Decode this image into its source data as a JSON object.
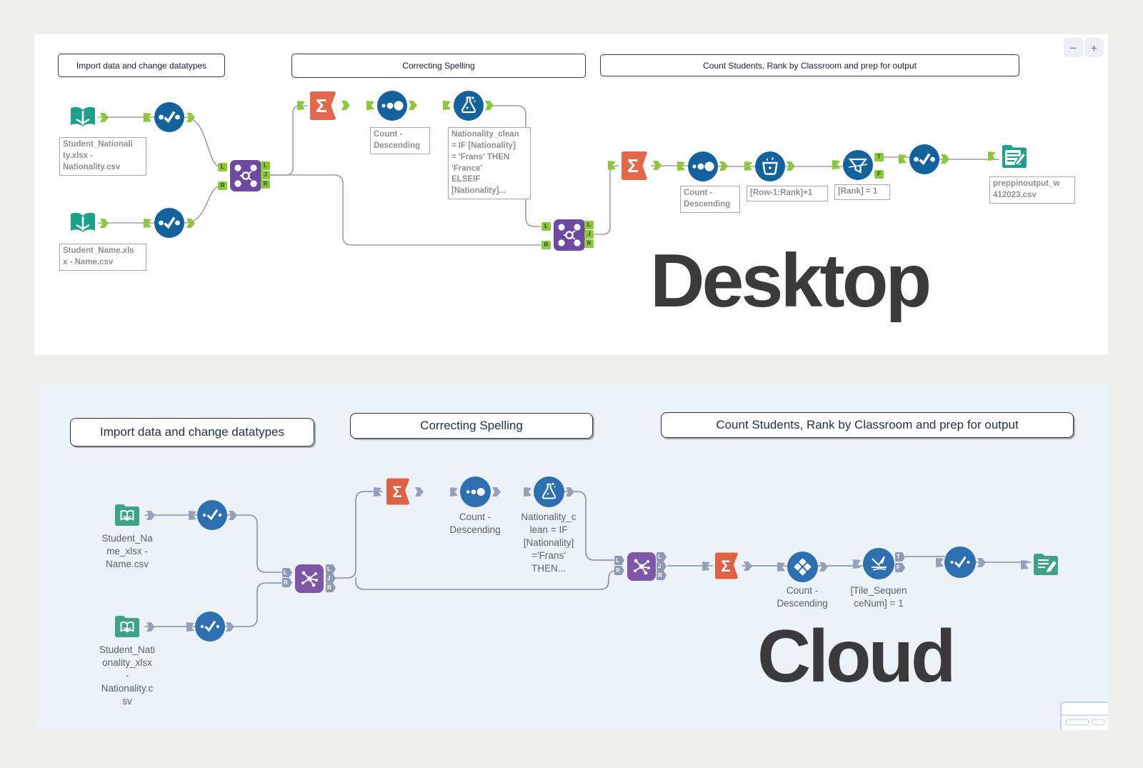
{
  "anchors": {
    "l": "L",
    "j": "J",
    "r": "R",
    "t": "T",
    "f": "F"
  },
  "glyphs": {
    "sigma": "Σ"
  },
  "desktop": {
    "big_label": "Desktop",
    "zoom_out": "−",
    "zoom_in": "+",
    "containers": {
      "import": "Import data and change datatypes",
      "spelling": "Correcting Spelling",
      "count": "Count Students, Rank by Classroom and prep for output"
    },
    "captions": {
      "input_nationality": "Student_Nationali\nty.xlsx -\nNationality.csv",
      "input_name": "Student_Name.xls\nx - Name.csv",
      "count1": "Count -\nDescending",
      "formula": "Nationality_clean\n= IF [Nationality]\n= 'Frans' THEN\n'France'\nELSEIF\n[Nationality]...",
      "count2": "Count -\nDescending",
      "multirow": "[Row-1:Rank]+1",
      "filter": "[Rank] = 1",
      "output": "preppinoutput_w\n412023.csv"
    }
  },
  "cloud": {
    "big_label": "Cloud",
    "containers": {
      "import": "Import data and change datatypes",
      "spelling": "Correcting Spelling",
      "count": "Count Students, Rank by Classroom and prep for output"
    },
    "captions": {
      "input_name": "Student_Na\nme_xlsx -\nName.csv",
      "input_nationality": "Student_Nati\nonality_xlsx\n-\nNationality.c\nsv",
      "count1": "Count -\nDescending",
      "formula": "Nationality_c\nlean = IF\n[Nationality]\n='Frans'\nTHEN...",
      "count2": "Count -\nDescending",
      "filter": "[Tile_Sequen\nceNum] = 1"
    }
  },
  "colors": {
    "desktop_teal": "#1CA188",
    "desktop_blue": "#14629B",
    "desktop_purple": "#6D4A9F",
    "desktop_orange": "#E0684B",
    "desktop_anchor_green": "#8DC63F",
    "cloud_teal": "#3EA287",
    "cloud_blue": "#2D6FB0",
    "cloud_purple": "#7E57A8",
    "cloud_orange": "#DC6244",
    "cloud_anchor_gray": "#95A1B8",
    "desktop_bg": "#FDFDFE",
    "cloud_bg": "#EDF2F9",
    "page_bg": "#EFEFED"
  }
}
